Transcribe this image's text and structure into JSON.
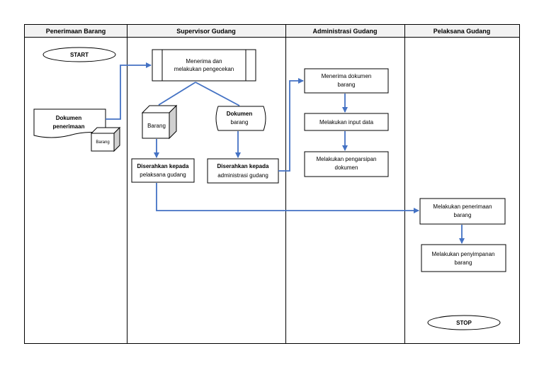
{
  "lanes": [
    {
      "title": "Penerimaan Barang"
    },
    {
      "title": "Supervisor Gudang"
    },
    {
      "title": "Administrasi Gudang"
    },
    {
      "title": "Pelaksana Gudang"
    }
  ],
  "nodes": {
    "start": "START",
    "dok_penerimaan": [
      "Dokumen",
      "penerimaan"
    ],
    "barang_small": "Barang",
    "menerima_pengecekan": [
      "Menerima dan",
      "melakukan pengecekan"
    ],
    "barang": "Barang",
    "dokumen_barang": [
      "Dokumen",
      "barang"
    ],
    "diserahkan_pelaksana": [
      "Diserahkan kepada",
      "pelaksana gudang"
    ],
    "diserahkan_admin": [
      "Diserahkan kepada",
      "administrasi gudang"
    ],
    "menerima_dokumen": [
      "Menerima dokumen",
      "barang"
    ],
    "input_data": "Melakukan input data",
    "pengarsipan": [
      "Melakukan pengarsipan",
      "dokumen"
    ],
    "penerimaan_barang": [
      "Melakukan penerimaan",
      "barang"
    ],
    "penyimpanan_barang": [
      "Melakukan penyimpanan",
      "barang"
    ],
    "stop": "STOP"
  },
  "colors": {
    "connector": "#4472c4",
    "stroke": "#000000",
    "header_bg": "#f2f2f2"
  }
}
